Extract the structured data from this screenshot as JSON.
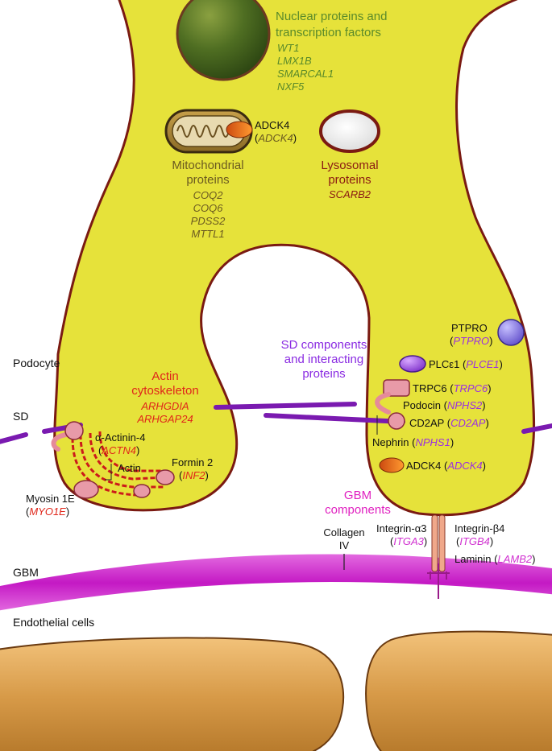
{
  "colors": {
    "cell_fill": "#e6e23a",
    "cell_border": "#7a1a12",
    "nuclear_text": "#5a8a2a",
    "mito_text": "#6b5a20",
    "lysosomal_text": "#8b1a12",
    "actin_text": "#e0261a",
    "sd_text": "#8a2be2",
    "gbm_text": "#e020c0",
    "gene_purple": "#9b30e0",
    "gene_magenta": "#d030d0",
    "gbm_band": "#cc22cc",
    "sd_line": "#7a1ab0",
    "endothelial_fill": "#d8a050",
    "black_text": "#111111"
  },
  "nuclear": {
    "heading_1": "Nuclear proteins and",
    "heading_2": "transcription factors",
    "genes": [
      "WT1",
      "LMX1B",
      "SMARCAL1",
      "NXF5"
    ]
  },
  "mito_adck4": {
    "protein": "ADCK4",
    "gene": "ADCK4"
  },
  "mitochondrial": {
    "heading_1": "Mitochondrial",
    "heading_2": "proteins",
    "genes": [
      "COQ2",
      "COQ6",
      "PDSS2",
      "MTTL1"
    ]
  },
  "lysosomal": {
    "heading_1": "Lysosomal",
    "heading_2": "proteins",
    "gene": "SCARB2"
  },
  "labels": {
    "podocyte": "Podocyte",
    "sd": "SD",
    "gbm": "GBM",
    "endothelial": "Endothelial cells"
  },
  "actin_cytoskeleton": {
    "heading_1": "Actin",
    "heading_2": "cytoskeleton",
    "genes": [
      "ARHGDIA",
      "ARHGAP24"
    ]
  },
  "actinin": {
    "protein": "α-Actinin-4",
    "gene": "ACTN4"
  },
  "actin": {
    "label": "Actin"
  },
  "formin": {
    "protein": "Formin 2",
    "gene": "INF2"
  },
  "myosin": {
    "protein": "Myosin 1E",
    "gene": "MYO1E"
  },
  "sd_components": {
    "heading_1": "SD components",
    "heading_2": "and interacting",
    "heading_3": "proteins"
  },
  "ptpro": {
    "protein": "PTPRO",
    "gene": "PTPRO"
  },
  "plce1": {
    "protein": "PLCε1",
    "gene": "PLCE1"
  },
  "trpc6": {
    "protein": "TRPC6",
    "gene": "TRPC6"
  },
  "podocin": {
    "protein": "Podocin",
    "gene": "NPHS2"
  },
  "cd2ap": {
    "protein": "CD2AP",
    "gene": "CD2AP"
  },
  "nephrin": {
    "protein": "Nephrin",
    "gene": "NPHS1"
  },
  "adck4_foot": {
    "protein": "ADCK4",
    "gene": "ADCK4"
  },
  "gbm_components": {
    "heading_1": "GBM",
    "heading_2": "components"
  },
  "collagen": {
    "line_1": "Collagen",
    "line_2": "IV"
  },
  "integrin_a3": {
    "protein": "Integrin-α3",
    "gene": "ITGA3"
  },
  "integrin_b4": {
    "protein": "Integrin-β4",
    "gene": "ITGB4"
  },
  "laminin": {
    "protein": "Laminin",
    "gene": "LAMB2"
  }
}
